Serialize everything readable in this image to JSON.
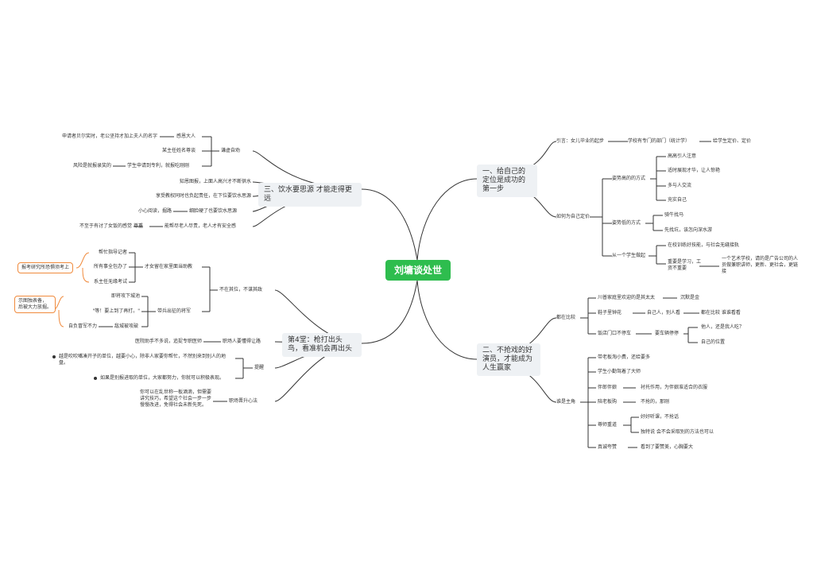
{
  "root": {
    "label": "刘墉谈处世"
  },
  "branches": {
    "b1": {
      "label": "一、给自己的定位是成功的第一步",
      "intro": {
        "label": "引言：女儿毕业的起步",
        "sub": "学校有专门的部门（统计学）",
        "sub2": "给学生定价、定价"
      },
      "locate": {
        "label": "如何为自己定价",
        "high": {
          "label": "姿势高的的方式",
          "items": [
            "高高引人注意",
            "适时展现才华，让人惊艳",
            "多与人交流",
            "充实自己"
          ]
        },
        "low": {
          "label": "姿势低的方式",
          "items": [
            "骑牛找马",
            "先找坑，该怎向深水游"
          ]
        },
        "student": {
          "label": "从一个学生做起",
          "items": [
            "在校训练好技能，与社会无缝接轨",
            "重要是学习，工资不重要"
          ],
          "note": "一个艺术学校，请的是广告公司的人员做兼职讲师，更新、更社会，更链接"
        }
      }
    },
    "b2": {
      "label": "二、不抢戏的好演员，才能成为人生赢家",
      "compare": {
        "label": "都在比较",
        "items": [
          {
            "label": "川普家庭里欢迎的是其太太",
            "sub": "沉默是金"
          },
          {
            "label": "鞋子里钟花",
            "sub": "自己人，别人看",
            "sub2": "都在比较 谁谁看看"
          },
          {
            "label": "饭店门口不停车",
            "sub": "要车辆停停",
            "subs": [
              "他人，还是我人吃？",
              "自己的位置"
            ]
          }
        ]
      },
      "lead": {
        "label": "谁是主角",
        "items": [
          {
            "label": "带老板淘小费，还给要多"
          },
          {
            "label": "学生小勤驾着了大师"
          },
          {
            "label": "伴郎伴娘",
            "sub": "衬托作用，为伴娘准适合的衣服"
          },
          {
            "label": "陪老板购",
            "sub": "不抢的，那刚"
          },
          {
            "label": "尊师重道",
            "subs": [
              "好好听课，不抢话",
              "独特说 会不会采取别的方法也可以"
            ]
          },
          {
            "label": "真诚夸赞",
            "sub": "看到了要赞美，心胸要大"
          }
        ]
      }
    },
    "b3": {
      "label": "三、饮水要思源 才能走得更远",
      "humble": {
        "label": "谦虚自劝",
        "items": [
          {
            "label": "感恩大人",
            "note": "申请者贝尔奖时，老公坚持才加上夫人的名字"
          },
          {
            "label": "某主任姓名尊谈"
          },
          {
            "label": "学生申请到专利，就报吃刚刚",
            "note": "风险是就报录奖的"
          }
        ]
      },
      "others": [
        {
          "label": "知恩图报，上面人高兴才不断供水"
        },
        {
          "label": "享受教权同时也负起责任，在下位要饮水思源"
        },
        {
          "label": "细脸硬了也要饮水思源",
          "note": "小心阅读，掘路"
        },
        {
          "label": "能帮尽老人尽责，老人才有安全感",
          "sub": "尊重",
          "note": "不至于有讨了女饭的感觉"
        }
      ]
    },
    "b4": {
      "label": "第4堂：枪打出头鸟，看准机会再出头",
      "noclass": {
        "label": "不在其位，不谋其政",
        "a": {
          "label": "才女留在家里面当助教",
          "items": [
            "帮忙指导记者",
            "所有事全包办了",
            "系主任无缘考试"
          ],
          "tag": "报考研究所恐惧须考上"
        },
        "b": {
          "label": "带兵出征的将军",
          "items": [
            "即将攻下城池",
            "\"等！要上到了再打。\"",
            "自负冒军不力"
          ],
          "sub": "敌城被攻破",
          "tag": "示图独表备，\n后被大力放掘。"
        }
      },
      "mind": {
        "label": "职场人要懂得让路",
        "note": "医院助手不多说，追捉专职医师"
      },
      "focus": {
        "label": "提醒",
        "items": [
          "越是吹吹嘴凑开子的单位，越要小心，除非人家要你帮忙，不然别来到别人的地盘。",
          "如果是别报进取的单位，大家都努力，你就可以积极表现。"
        ]
      },
      "grow": {
        "label": "职场晋升心法",
        "note": "你可以在乱世称一板酒滴，但需要讲究技巧，希望这个社会一步一步慢慢改进，免得社会未新先死。"
      }
    }
  }
}
